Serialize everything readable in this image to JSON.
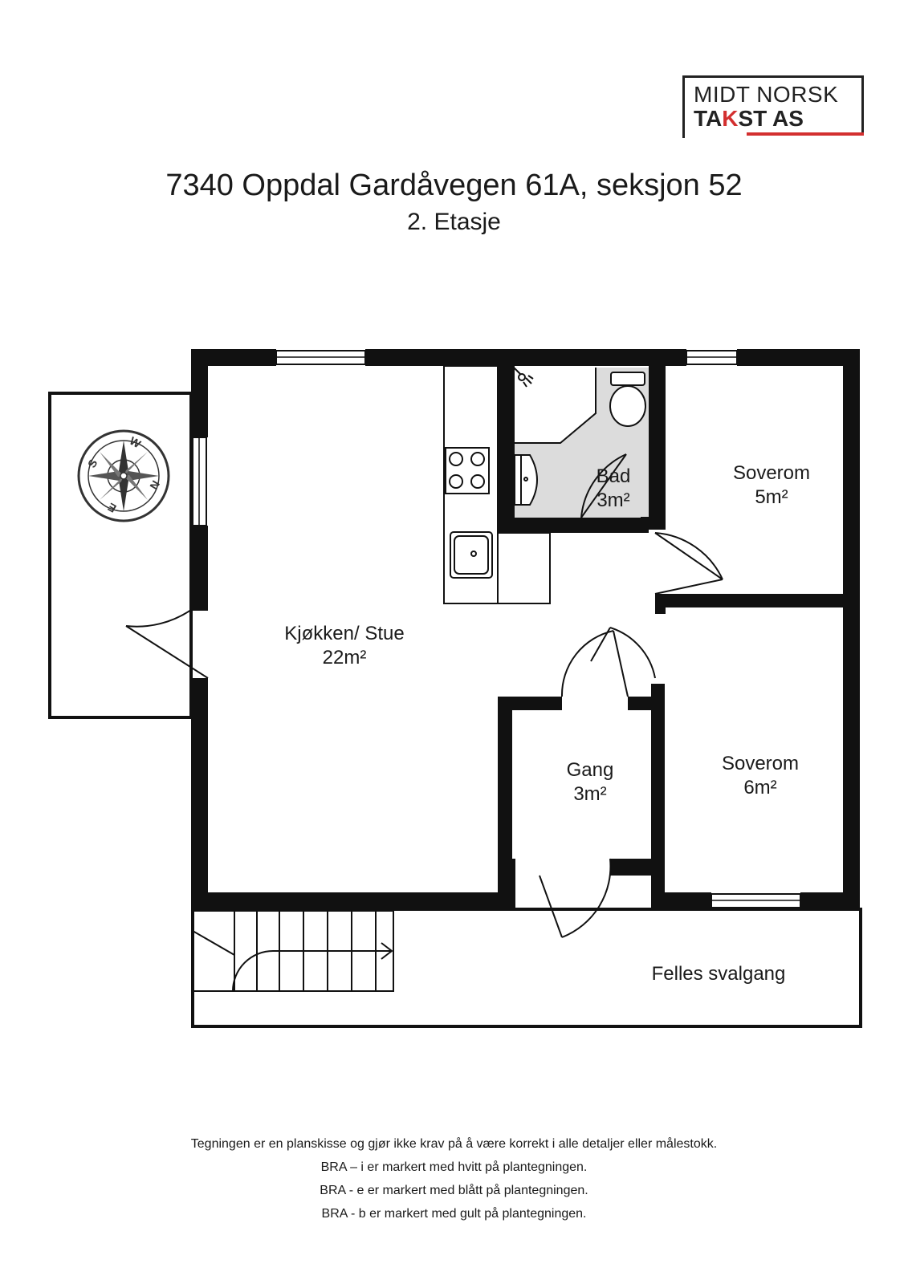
{
  "logo": {
    "line1": "MIDT NORSK",
    "line2_a": "TA",
    "line2_b": "K",
    "line2_c": "ST AS",
    "accent_color": "#d32f2f"
  },
  "header": {
    "title": "7340 Oppdal Gardåvegen 61A, seksjon 52",
    "subtitle": "2. Etasje"
  },
  "compass": {
    "letters": [
      "W",
      "N",
      "E",
      "S"
    ]
  },
  "rooms": {
    "kitchen": {
      "name": "Kjøkken/ Stue",
      "area": "22m²"
    },
    "bath": {
      "name": "Bad",
      "area": "3m²"
    },
    "bedroom_top": {
      "name": "Soverom",
      "area": "5m²"
    },
    "bedroom_bottom": {
      "name": "Soverom",
      "area": "6m²"
    },
    "hall": {
      "name": "Gang",
      "area": "3m²"
    },
    "gallery": {
      "name": "Felles svalgang"
    }
  },
  "footer": {
    "line1": "Tegningen er en planskisse og gjør ikke krav på å være korrekt i alle detaljer eller målestokk.",
    "line2": "BRA – i er markert med hvitt på plantegningen.",
    "line3": "BRA - e er markert med blått på plantegningen.",
    "line4": "BRA - b er markert med gult på plantegningen."
  }
}
